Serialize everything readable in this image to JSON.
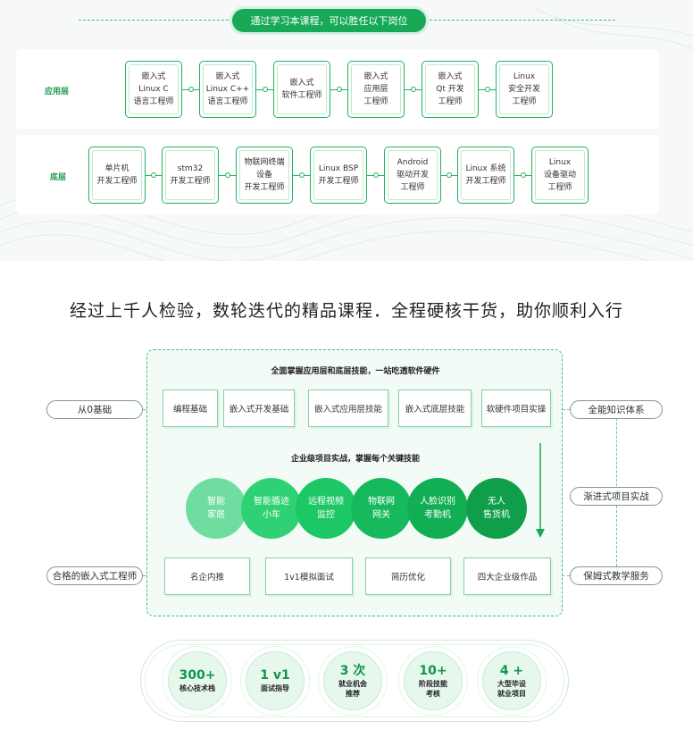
{
  "top": {
    "banner": "通过学习本课程，可以胜任以下岗位",
    "app_row": {
      "label": "应用层",
      "jobs": [
        [
          "嵌入式",
          "Linux C",
          "语言工程师"
        ],
        [
          "嵌入式",
          "Linux C++",
          "语言工程师"
        ],
        [
          "嵌入式",
          "软件工程师"
        ],
        [
          "嵌入式",
          "应用层",
          "工程师"
        ],
        [
          "嵌入式",
          "Qt 开发",
          "工程师"
        ],
        [
          "Linux",
          "安全开发",
          "工程师"
        ]
      ]
    },
    "base_row": {
      "label": "底层",
      "jobs": [
        [
          "单片机",
          "开发工程师"
        ],
        [
          "stm32",
          "开发工程师"
        ],
        [
          "物联网终端",
          "设备",
          "开发工程师"
        ],
        [
          "Linux BSP",
          "开发工程师"
        ],
        [
          "Android",
          "驱动开发",
          "工程师"
        ],
        [
          "Linux 系统",
          "开发工程师"
        ],
        [
          "Linux",
          "设备驱动",
          "工程师"
        ]
      ]
    }
  },
  "headline": "经过上千人检验，数轮迭代的精品课程．全程硬核干货，助你顺利入行",
  "flow": {
    "subtitle1": "全面掌握应用层和底层技能，一站吃透软件硬件",
    "skills": [
      "编程基础",
      "嵌入式开发基础",
      "嵌入式应用层技能",
      "嵌入式底层技能",
      "软硬件项目实操"
    ],
    "subtitle2": "企业级项目实战，掌握每个关键技能",
    "projects": [
      {
        "lines": [
          "智能",
          "家居"
        ],
        "color": "#6fdca0"
      },
      {
        "lines": [
          "智能循迹",
          "小车"
        ],
        "color": "#2ed274"
      },
      {
        "lines": [
          "远程视频",
          "监控"
        ],
        "color": "#1dc766"
      },
      {
        "lines": [
          "物联网",
          "网关"
        ],
        "color": "#16b95b"
      },
      {
        "lines": [
          "人脸识别",
          "考勤机"
        ],
        "color": "#12ae53"
      },
      {
        "lines": [
          "无人",
          "售货机"
        ],
        "color": "#0f9e49"
      }
    ],
    "outcomes": [
      "名企内推",
      "1v1模拟面试",
      "简历优化",
      "四大企业级作品"
    ],
    "left_start": "从0基础",
    "left_end": "合格的嵌入式工程师",
    "right": [
      "全能知识体系",
      "渐进式项目实战",
      "保姆式教学服务"
    ]
  },
  "stats": [
    {
      "num": "300+",
      "label": [
        "核心技术栈"
      ]
    },
    {
      "num": "1 v1",
      "label": [
        "面试指导"
      ]
    },
    {
      "num": "3 次",
      "label": [
        "就业机会",
        "推荐"
      ]
    },
    {
      "num": "10+",
      "label": [
        "阶段技能",
        "考核"
      ]
    },
    {
      "num": "4 +",
      "label": [
        "大型毕设",
        "就业项目"
      ]
    }
  ],
  "colors": {
    "accent": "#17a958",
    "panel": "#f3fbf6"
  }
}
